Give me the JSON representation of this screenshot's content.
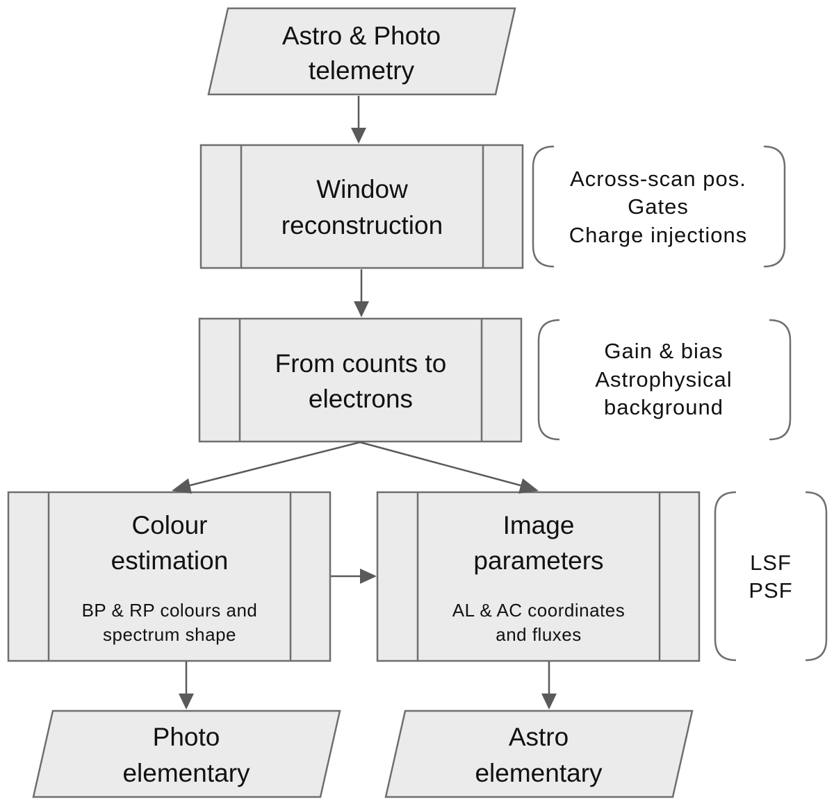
{
  "nodes": {
    "input": {
      "lines": [
        "Astro & Photo",
        "telemetry"
      ]
    },
    "window": {
      "lines": [
        "Window",
        "reconstruction"
      ]
    },
    "counts": {
      "lines": [
        "From counts to",
        "electrons"
      ]
    },
    "colour": {
      "lines": [
        "Colour",
        "estimation"
      ],
      "sub": [
        "BP & RP colours and",
        "spectrum  shape"
      ]
    },
    "image": {
      "lines": [
        "Image",
        "parameters"
      ],
      "sub": [
        "AL & AC coordinates",
        "and  fluxes"
      ]
    },
    "photo_out": {
      "lines": [
        "Photo",
        "elementary"
      ]
    },
    "astro_out": {
      "lines": [
        "Astro",
        "elementary"
      ]
    }
  },
  "notes": {
    "window": [
      "Across-scan pos.",
      "Gates",
      "Charge injections"
    ],
    "counts": [
      "Gain & bias",
      "Astrophysical",
      "background"
    ],
    "image": [
      "LSF",
      "PSF"
    ]
  },
  "colors": {
    "fill": "#ebebeb",
    "stroke": "#6e6e6e",
    "arrow": "#5a5a5a",
    "text": "#111111"
  }
}
